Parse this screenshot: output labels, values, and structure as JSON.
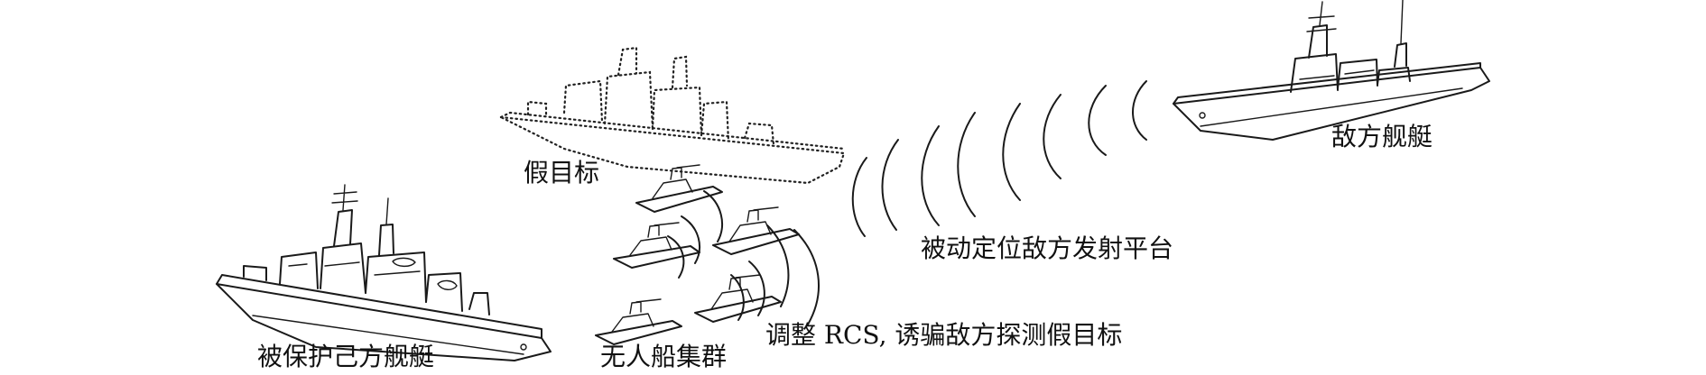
{
  "labels": {
    "decoy": "假目标",
    "enemy_ship": "敌方舰艇",
    "passive_locate": "被动定位敌方发射平台",
    "protected_ship": "被保护己方舰艇",
    "usv_swarm": "无人船集群",
    "rcs_adjust": "调整 RCS, 诱骗敌方探测假目标"
  },
  "colors": {
    "ink": "#1a1a1a",
    "background": "#ffffff"
  }
}
